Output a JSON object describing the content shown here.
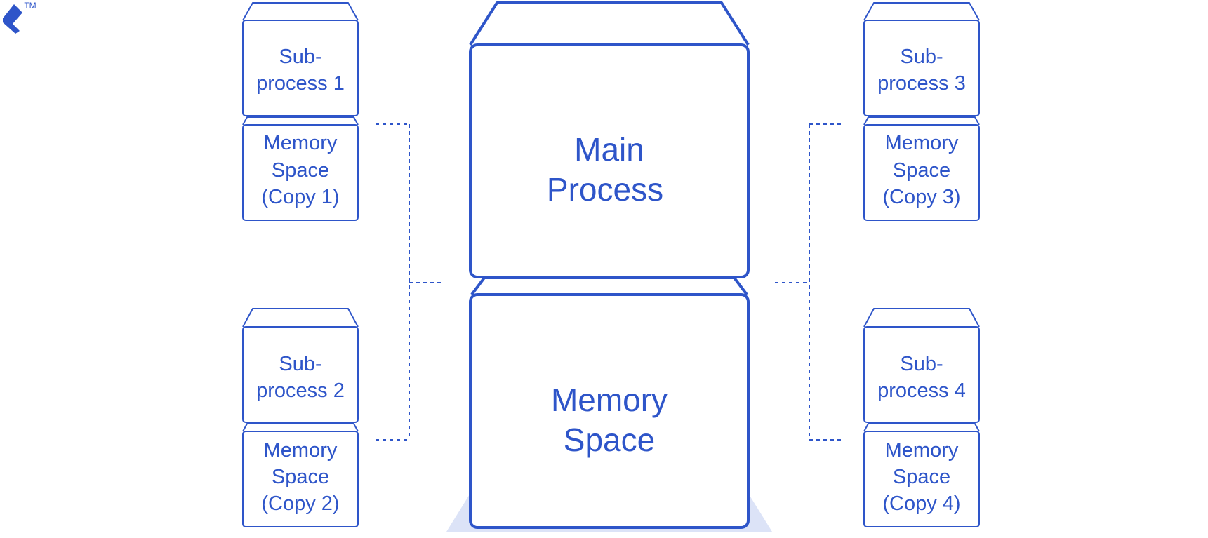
{
  "logo": {
    "trademark": "TM"
  },
  "main_process": {
    "line1": "Main",
    "line2": "Process"
  },
  "main_memory": {
    "line1": "Memory",
    "line2": "Space"
  },
  "subprocesses": [
    {
      "line1": "Sub-",
      "line2": "process 1",
      "mem1": "Memory",
      "mem2": "Space",
      "mem3": "(Copy 1)"
    },
    {
      "line1": "Sub-",
      "line2": "process 2",
      "mem1": "Memory",
      "mem2": "Space",
      "mem3": "(Copy 2)"
    },
    {
      "line1": "Sub-",
      "line2": "process 3",
      "mem1": "Memory",
      "mem2": "Space",
      "mem3": "(Copy 3)"
    },
    {
      "line1": "Sub-",
      "line2": "process 4",
      "mem1": "Memory",
      "mem2": "Space",
      "mem3": "(Copy 4)"
    }
  ],
  "colors": {
    "stroke": "#2E55C9",
    "shadow": "#DCE3F7",
    "background": "#FFFFFF"
  }
}
